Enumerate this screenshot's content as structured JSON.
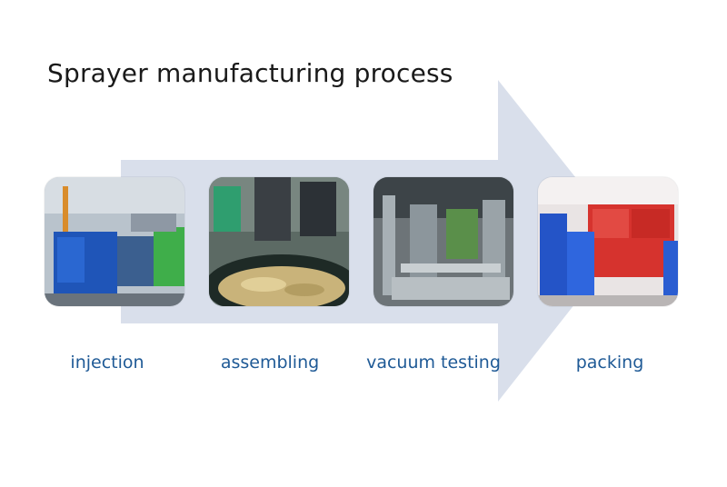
{
  "title": "Sprayer manufacturing process",
  "steps": [
    {
      "label": "injection",
      "photo": "injection-molding-machines-photo"
    },
    {
      "label": "assembling",
      "photo": "assembly-line-parts-bowl-photo"
    },
    {
      "label": "vacuum testing",
      "photo": "vacuum-testing-machine-photo"
    },
    {
      "label": "packing",
      "photo": "packed-boxes-warehouse-photo"
    }
  ],
  "colors": {
    "arrow": "#d9dfeb",
    "label": "#1f5a96",
    "title": "#1a1a1a"
  }
}
